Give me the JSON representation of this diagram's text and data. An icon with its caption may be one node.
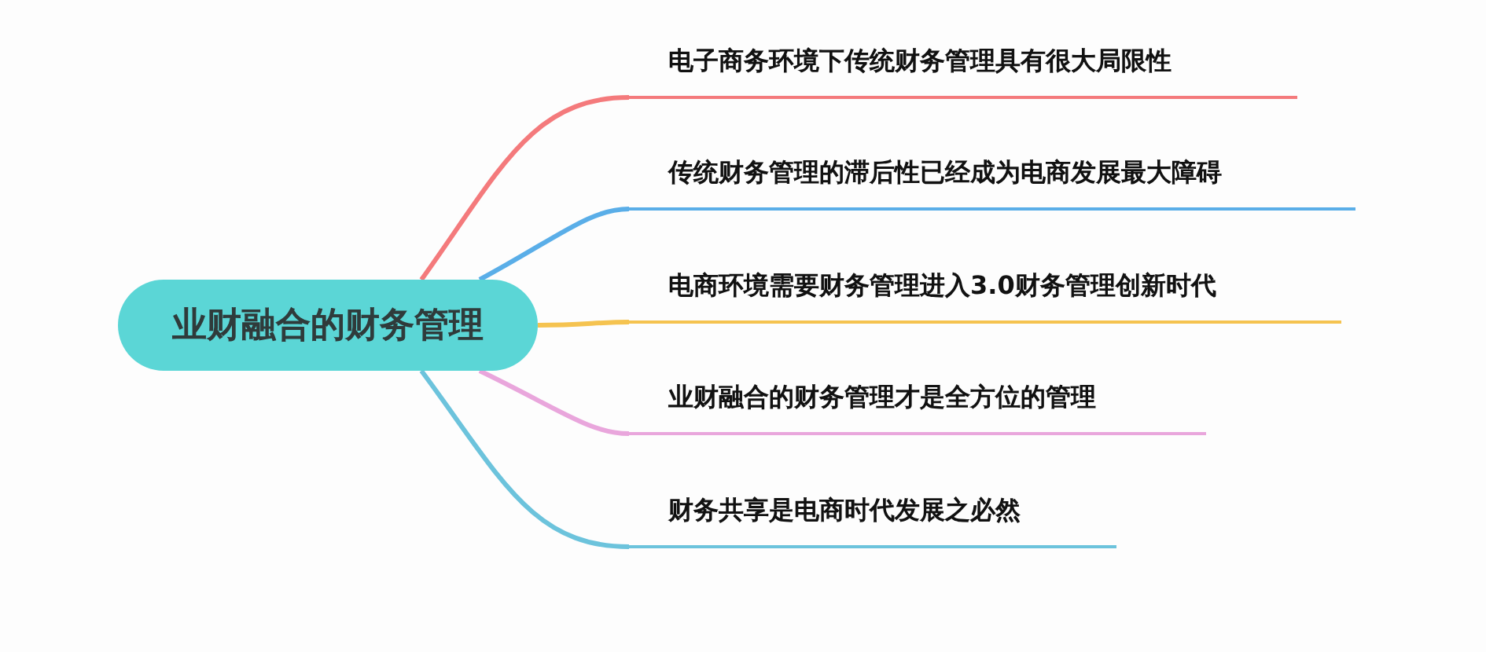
{
  "diagram": {
    "nodes": [
      {
        "text": [
          "业财融合的财务管理"
        ]
      },
      {
        "text": [
          "电子商务环境下传统财务管理具有很大局限性"
        ]
      },
      {
        "text": [
          "传统财务管理的滞后性已经成为电商发展最大障碍"
        ]
      },
      {
        "text": [
          "电商环境需要财务管理进入3.0财务管理创新时代"
        ]
      },
      {
        "text": [
          "业财融合的财务管理才是全方位的管理"
        ]
      },
      {
        "text": [
          "财务共享是电商时代发展之必然"
        ]
      }
    ],
    "edges": [
      {
        "from": 0,
        "to": 1,
        "arrow": "none",
        "color": "#f47a7c"
      },
      {
        "from": 0,
        "to": 2,
        "arrow": "none",
        "color": "#5aaee8"
      },
      {
        "from": 0,
        "to": 3,
        "arrow": "none",
        "color": "#f5c350"
      },
      {
        "from": 0,
        "to": 4,
        "arrow": "none",
        "color": "#e9a6dc"
      },
      {
        "from": 0,
        "to": 5,
        "arrow": "none",
        "color": "#6cc3dc"
      }
    ]
  }
}
